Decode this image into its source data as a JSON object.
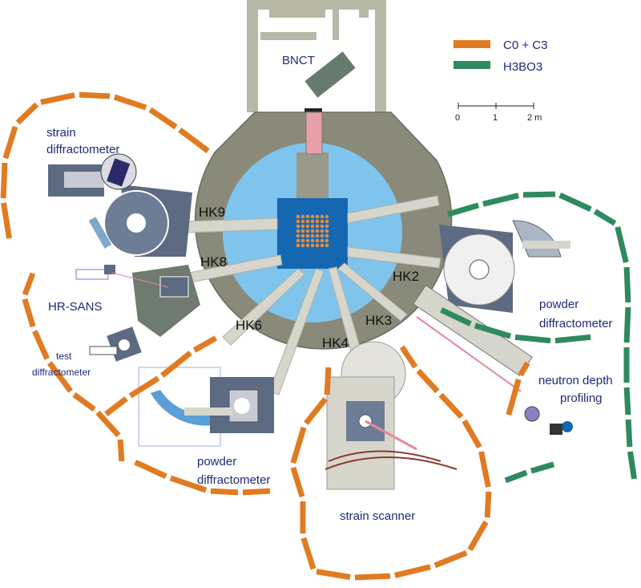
{
  "legend": {
    "items": [
      {
        "label": "C0 + C3",
        "color": "#e07b22"
      },
      {
        "label": "H3BO3",
        "color": "#2e8a5f"
      }
    ]
  },
  "scale_bar": {
    "ticks": [
      "0",
      "1",
      "2 m"
    ]
  },
  "reactor": {
    "title": "BNCT",
    "beam_tubes": [
      "HK9",
      "HK8",
      "HK6",
      "HK4",
      "HK3",
      "HK2"
    ]
  },
  "instruments": {
    "strain_diffractometer": [
      "strain",
      "diffractometer"
    ],
    "hr_sans": "HR-SANS",
    "test_diffractometer": [
      "test",
      "diffractometer"
    ],
    "powder_diffractometer_left": [
      "powder",
      "diffractometer"
    ],
    "strain_scanner": "strain scanner",
    "powder_diffractometer_right": [
      "powder",
      "diffractometer"
    ],
    "neutron_depth_profiling": [
      "neutron depth",
      "profiling"
    ]
  },
  "colors": {
    "shield_dark": "#8a8a7a",
    "core_pool": "#7fc4ec",
    "core_block": "#1467b0",
    "fuel": "#e98a3c",
    "instrument_slate": "#5c6a82",
    "bnct_wall": "#b7b9a6",
    "c0c3_shield": "#e07b22",
    "h3bo3_shield": "#2e8a5f"
  }
}
